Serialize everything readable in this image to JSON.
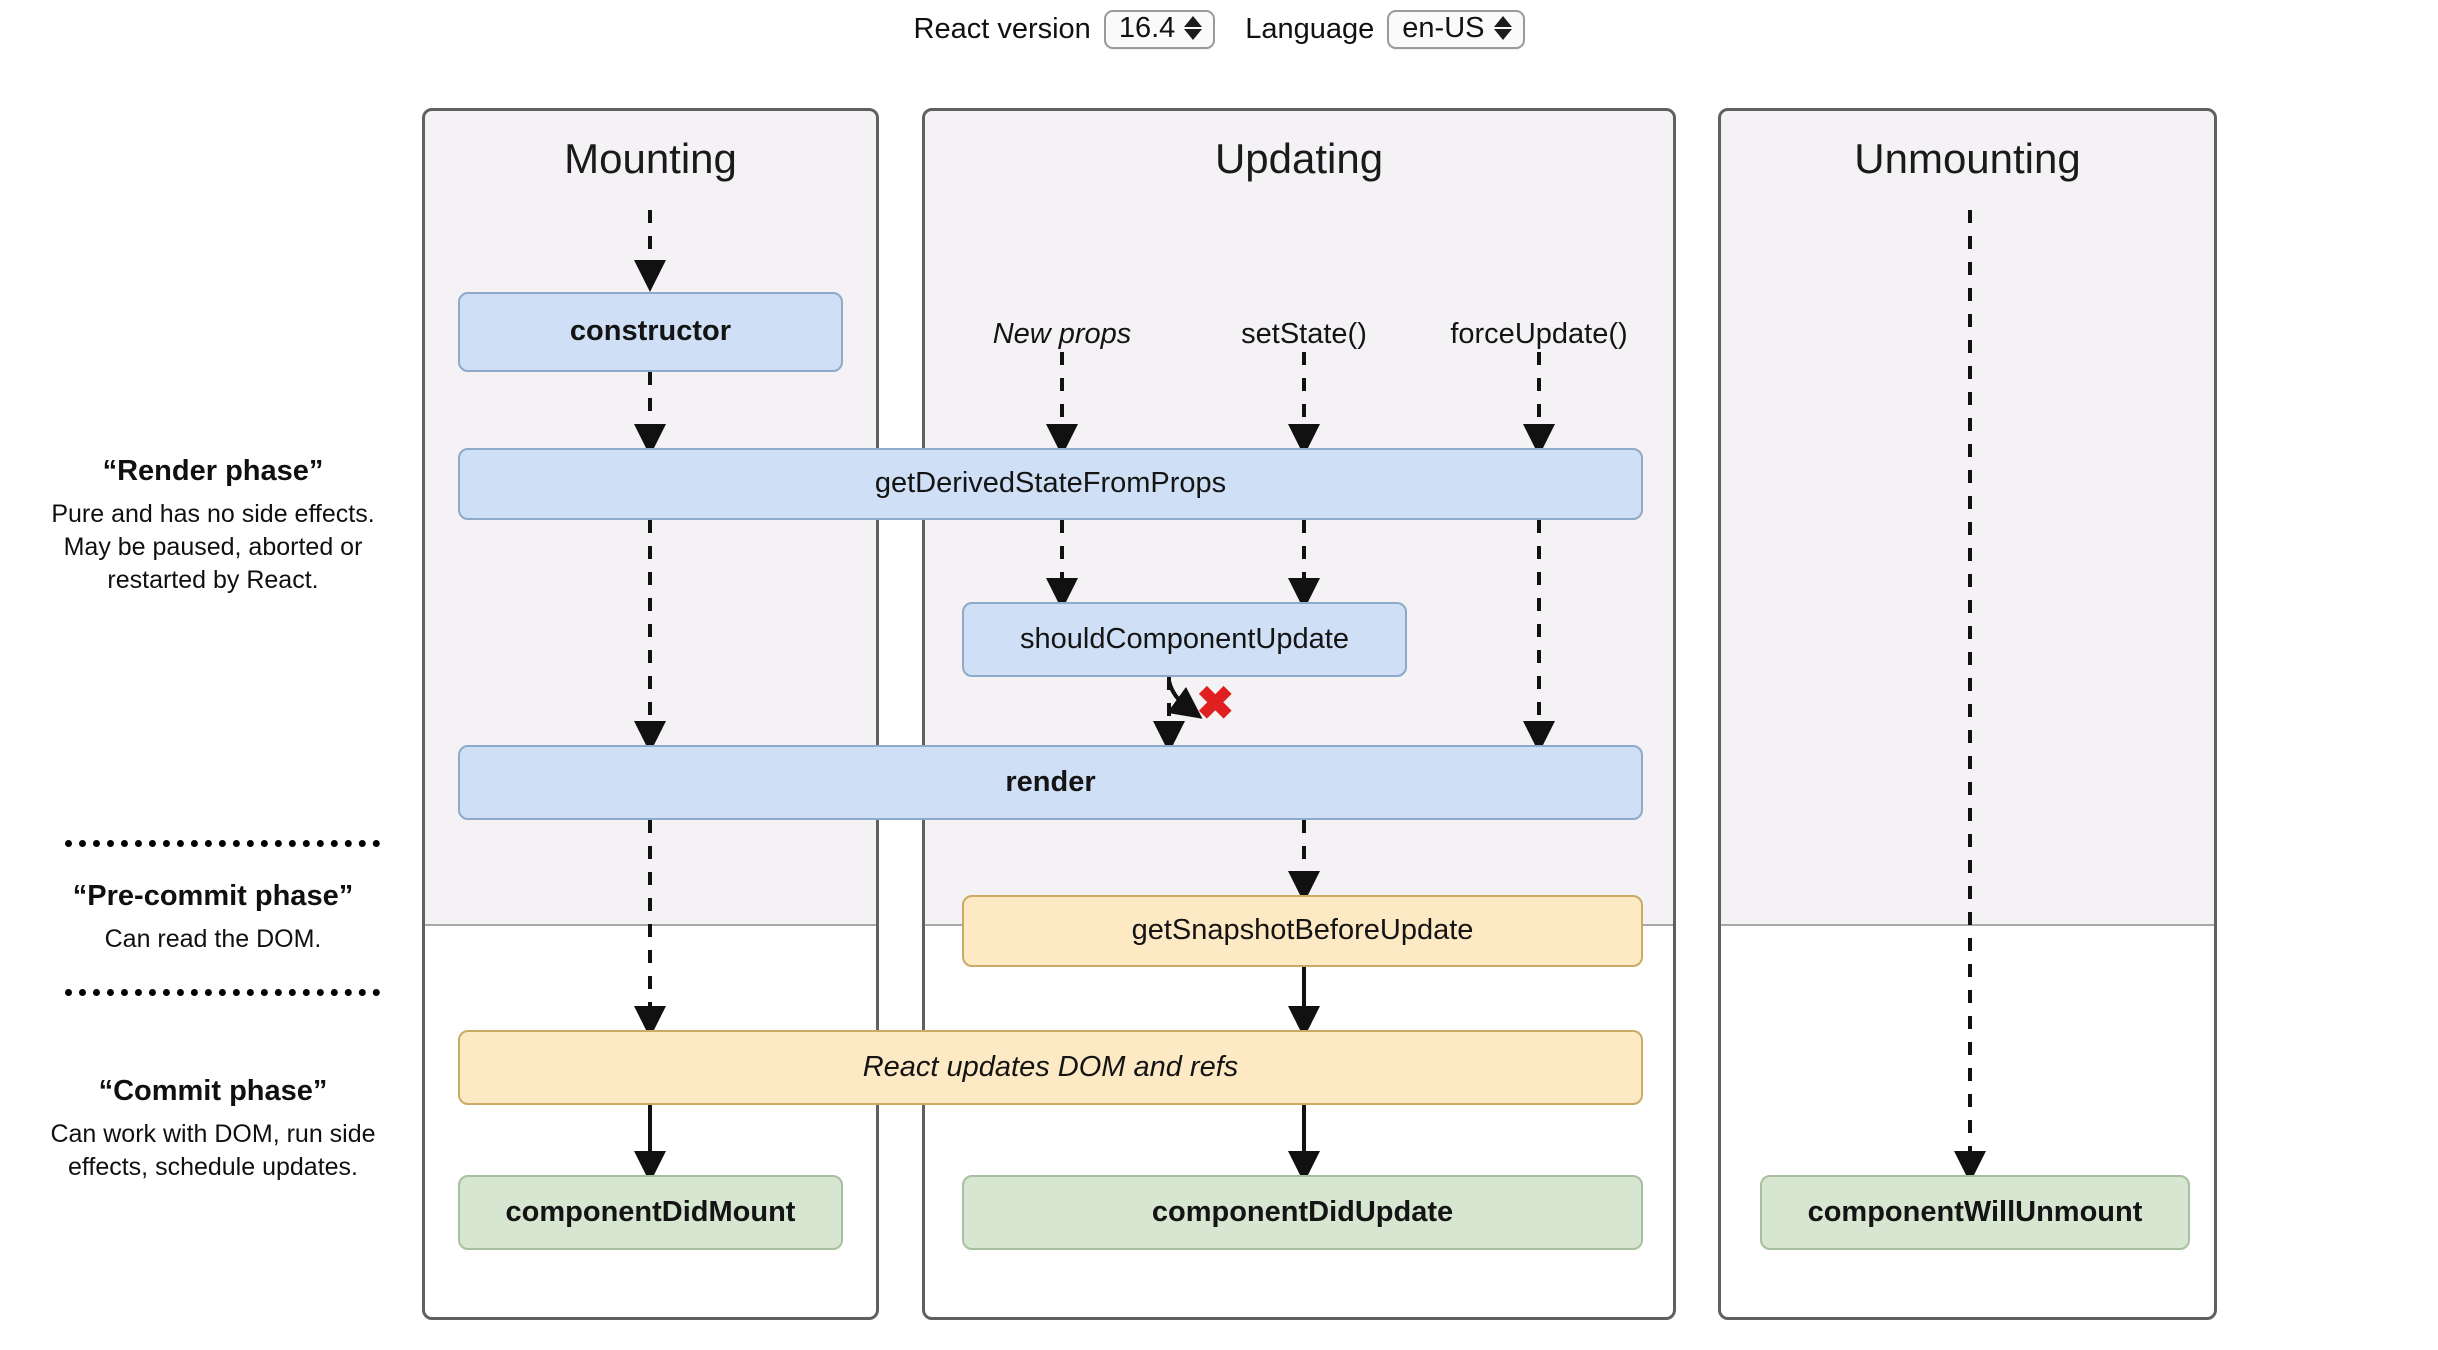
{
  "toolbar": {
    "react_version_label": "React version",
    "react_version_value": "16.4",
    "language_label": "Language",
    "language_value": "en-US"
  },
  "columns": [
    {
      "id": "mounting",
      "title": "Mounting"
    },
    {
      "id": "updating",
      "title": "Updating"
    },
    {
      "id": "unmounting",
      "title": "Unmounting"
    }
  ],
  "phase_notes": [
    {
      "id": "render-phase",
      "title": "“Render phase”",
      "body": "Pure and has no side effects. May be paused, aborted or restarted by React."
    },
    {
      "id": "pre-commit-phase",
      "title": "“Pre-commit phase”",
      "body": "Can read the DOM."
    },
    {
      "id": "commit-phase",
      "title": "“Commit phase”",
      "body": "Can work with DOM, run side effects, schedule updates."
    }
  ],
  "triggers": [
    {
      "id": "new-props",
      "label": "New props"
    },
    {
      "id": "set-state",
      "label": "setState()"
    },
    {
      "id": "force-update",
      "label": "forceUpdate()"
    }
  ],
  "lifecycle": {
    "constructor": "constructor",
    "get_derived_state_from_props": "getDerivedStateFromProps",
    "should_component_update": "shouldComponentUpdate",
    "render": "render",
    "get_snapshot_before_update": "getSnapshotBeforeUpdate",
    "react_updates_dom": "React updates DOM and refs",
    "component_did_mount": "componentDidMount",
    "component_did_update": "componentDidUpdate",
    "component_will_unmount": "componentWillUnmount"
  },
  "markers": {
    "skip_update": "✖"
  },
  "colors": {
    "blue_fill": "#cfe0f6",
    "blue_border": "#8fa9c9",
    "orange_fill": "#fdeac4",
    "orange_border": "#c9ab65",
    "green_fill": "#d6e6d0",
    "green_border": "#a7bfa0",
    "column_border": "#606060",
    "column_shade": "#f4f2f5",
    "skip_marker": "#e02020",
    "page_background": "#ffffff"
  }
}
